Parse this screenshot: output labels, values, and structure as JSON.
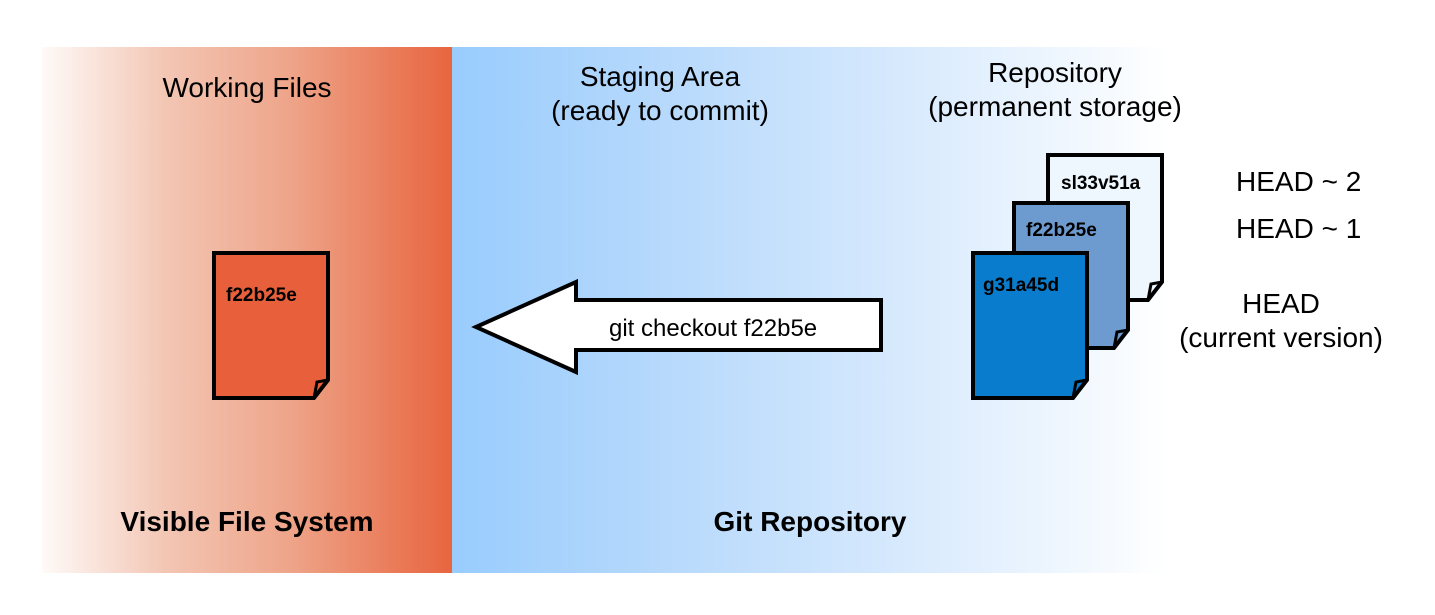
{
  "sections": {
    "working_title": "Working Files",
    "staging_title": "Staging Area",
    "staging_subtitle": "(ready to commit)",
    "repository_title": "Repository",
    "repository_subtitle": "(permanent storage)",
    "left_footer": "Visible File System",
    "right_footer": "Git Repository"
  },
  "working_file": {
    "label": "f22b25e"
  },
  "commits": [
    {
      "label": "sl33v51a",
      "head": "HEAD ~ 2"
    },
    {
      "label": "f22b25e",
      "head": "HEAD ~ 1"
    },
    {
      "label": "g31a45d",
      "head": "HEAD",
      "head_note": "(current version)"
    }
  ],
  "arrow": {
    "label": "git checkout f22b5e"
  },
  "colors": {
    "working_file": "#e8603b",
    "commit_oldest": "#eef6fe",
    "commit_middle": "#6e9bcf",
    "commit_current": "#0a7ccd"
  }
}
